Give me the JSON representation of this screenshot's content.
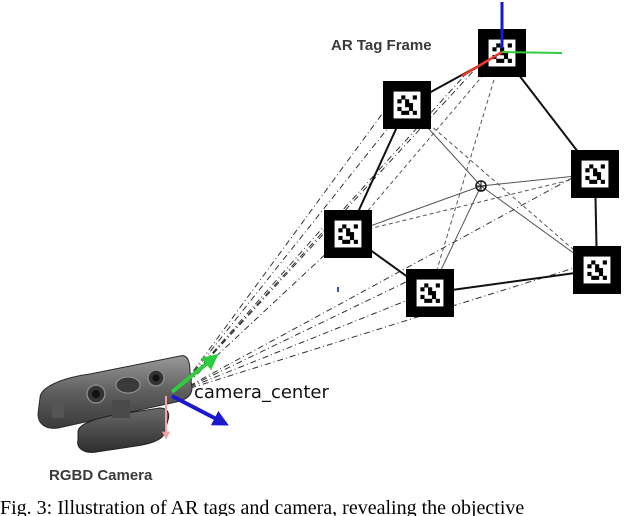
{
  "labels": {
    "ar_tag_frame": "AR Tag Frame",
    "camera_center": "camera_center",
    "rgbd_camera": "RGBD Camera",
    "caption": "Fig. 3: Illustration of AR tags and camera, revealing the objective"
  },
  "colors": {
    "axis_x": "#e8392a",
    "axis_y": "#2ecc40",
    "axis_z": "#1a1acc",
    "tag": "#000000",
    "line": "#111111"
  }
}
